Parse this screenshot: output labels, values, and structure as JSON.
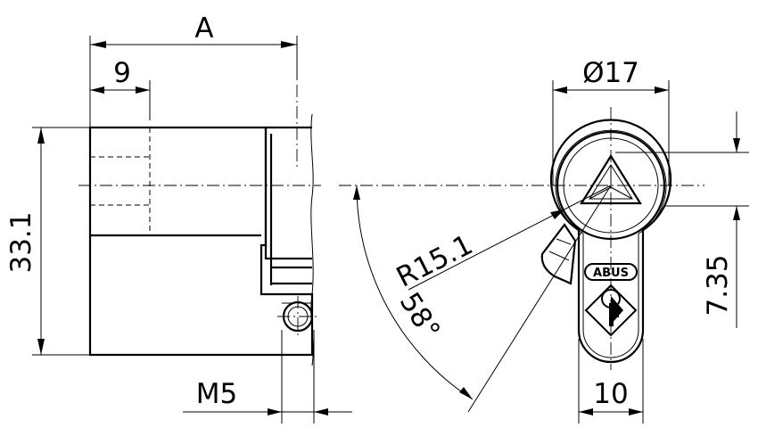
{
  "dimensions": {
    "length": "A",
    "cam_offset": "9",
    "height": "33.1",
    "thread": "M5",
    "diameter": "Ø17",
    "radius": "R15.1",
    "angle": "58°",
    "center_offset": "7.35",
    "width": "10"
  },
  "logo": {
    "brand": "ABUS"
  }
}
